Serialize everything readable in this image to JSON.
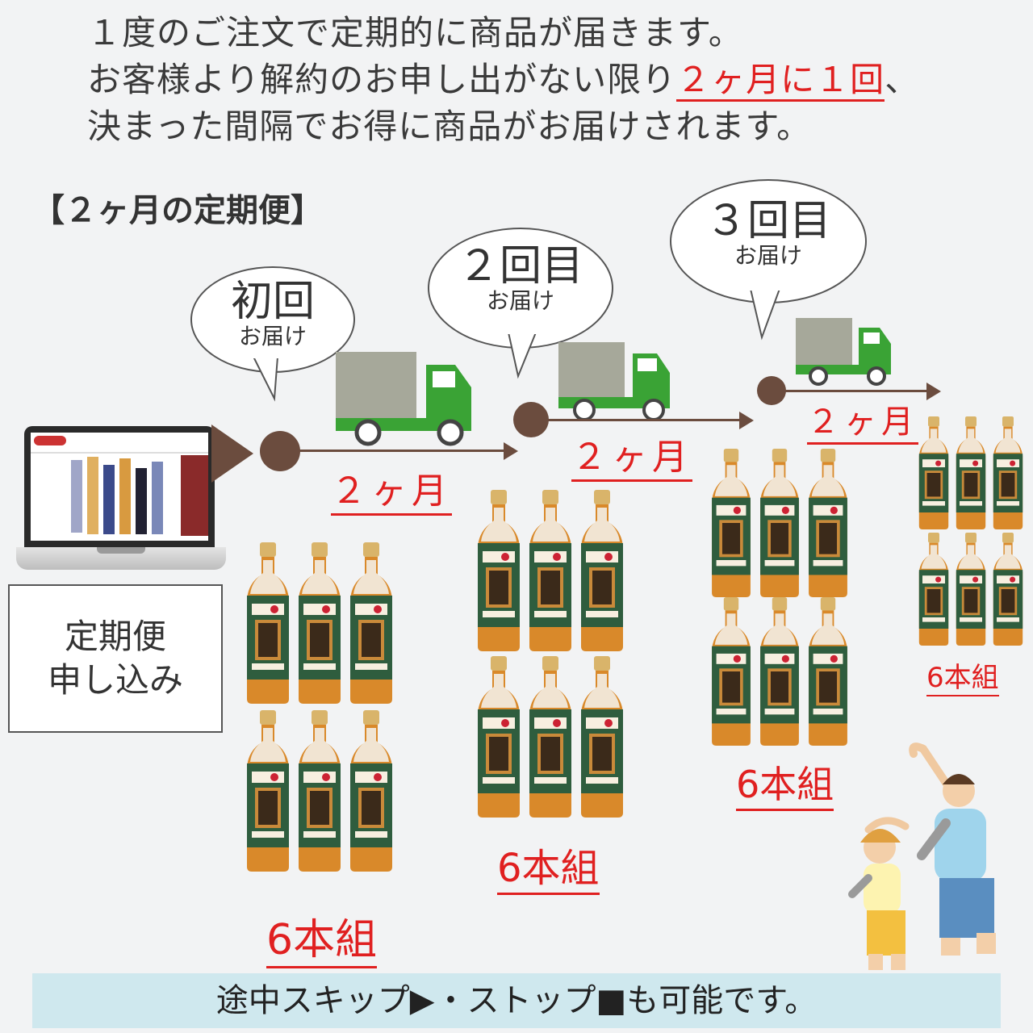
{
  "intro": {
    "line1": "１度のご注文で定期的に商品が届きます。",
    "line2_pre": "お客様より解約のお申し出がない限り",
    "line2_highlight": "２ヶ月に１回",
    "line2_post": "、",
    "line3": "決まった間隔でお得に商品がお届けされます。"
  },
  "plan_title": "【２ヶ月の定期便】",
  "apply": {
    "line1": "定期便",
    "line2": "申し込み"
  },
  "deliveries": [
    {
      "title": "初回",
      "sub": "お届け",
      "interval": "２ヶ月",
      "set": "6本組"
    },
    {
      "title": "２回目",
      "sub": "お届け",
      "interval": "２ヶ月",
      "set": "6本組"
    },
    {
      "title": "３回目",
      "sub": "お届け",
      "interval": "２ヶ月",
      "set": "6本組"
    },
    {
      "set": "6本組"
    }
  ],
  "footer": "途中スキップ▶・ストップ■も可能です。",
  "colors": {
    "accent_red": "#e02020",
    "timeline_brown": "#6b4c3e",
    "truck_green": "#3aa335",
    "truck_cargo": "#a6a89a",
    "footer_bg": "#cfe8ee"
  }
}
